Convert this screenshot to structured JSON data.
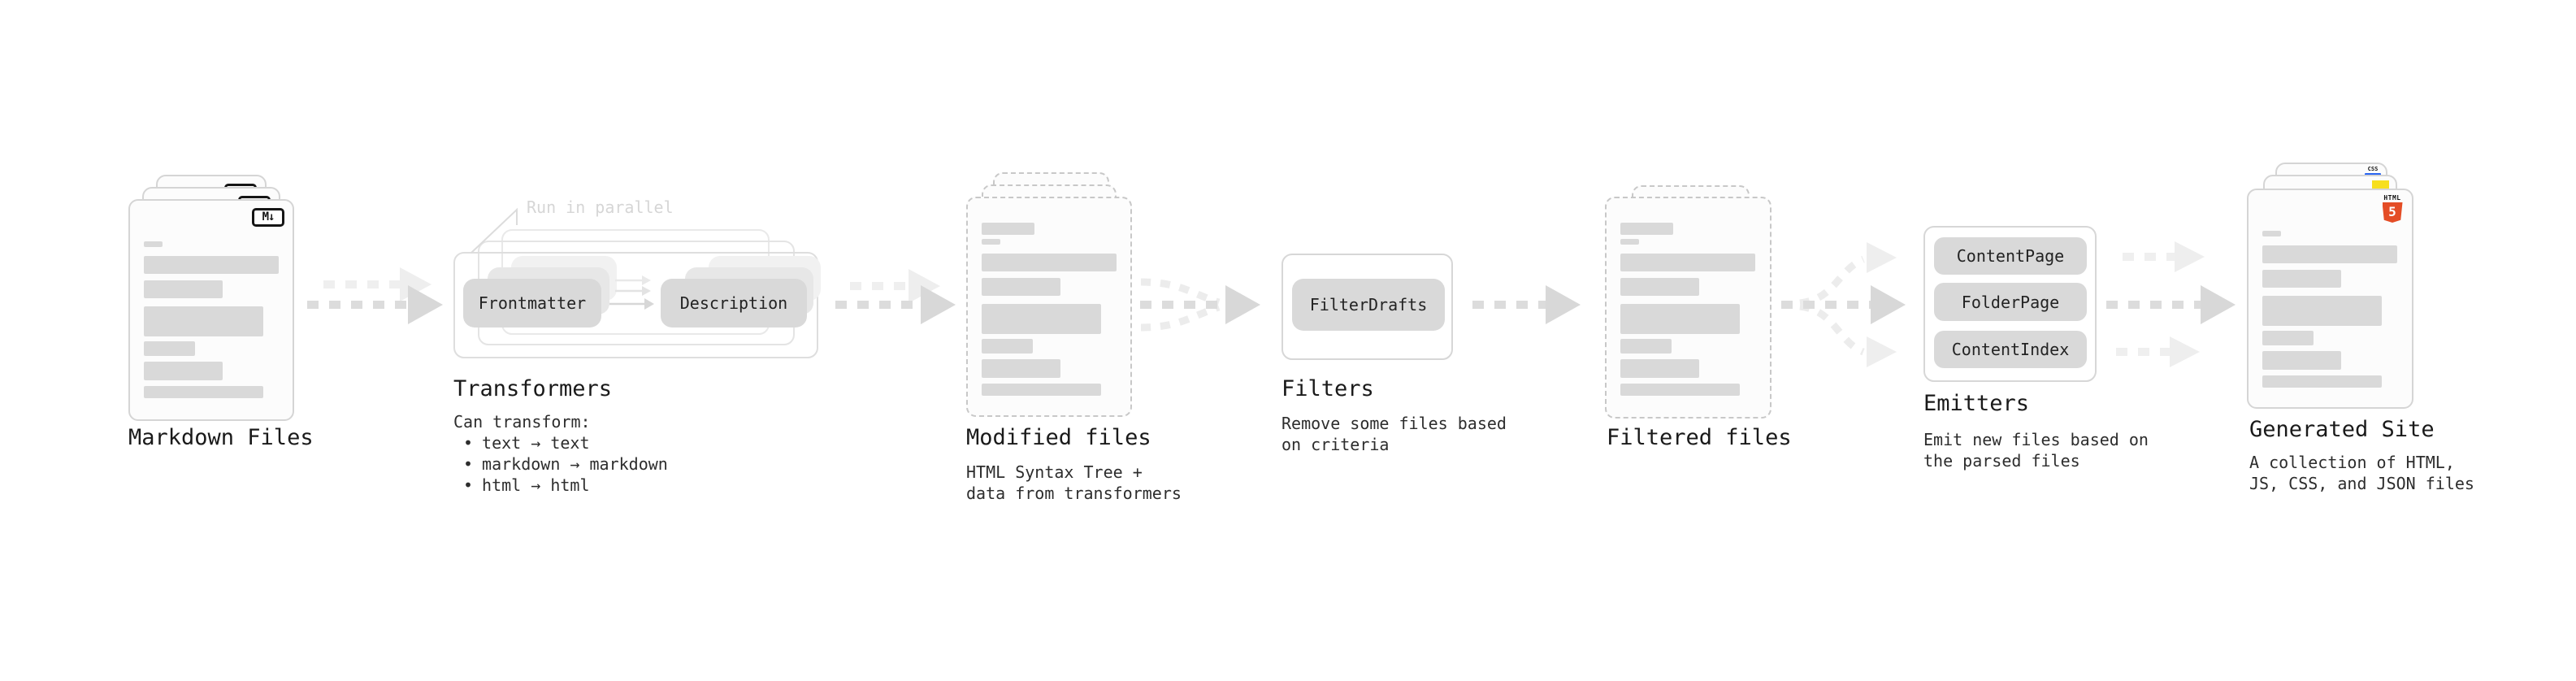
{
  "colors": {
    "arrow_dark": "#dcdcdc",
    "arrow_light": "#eeeeee",
    "chip_fill": "#d9d9d9",
    "doc_bar": "#d9d9d9",
    "text_dark": "#1a1a1a",
    "annotation_gray": "#d6d6d6",
    "js_yellow": "#f7df1e",
    "css_blue": "#2965f1",
    "html_orange": "#e44d26"
  },
  "stages": {
    "markdown_files": {
      "label": "Markdown Files",
      "icon": "M↓"
    },
    "transformers": {
      "annotation": "Run in parallel",
      "chip_left": "Frontmatter",
      "chip_right": "Description",
      "title": "Transformers",
      "desc_heading": "Can transform:",
      "bullet_char": "•",
      "bullets": [
        "text → text",
        "markdown → markdown",
        "html → html"
      ]
    },
    "modified_files": {
      "label": "Modified files",
      "desc": [
        "HTML Syntax Tree +",
        "data from transformers"
      ]
    },
    "filters": {
      "title": "Filters",
      "chip": "FilterDrafts",
      "desc": [
        "Remove some files based",
        "on criteria"
      ]
    },
    "filtered_files": {
      "label": "Filtered files"
    },
    "emitters": {
      "title": "Emitters",
      "chips": [
        "ContentPage",
        "FolderPage",
        "ContentIndex"
      ],
      "desc": [
        "Emit new files based on",
        "the parsed files"
      ]
    },
    "generated_site": {
      "label": "Generated Site",
      "desc": [
        "A collection of HTML,",
        "JS, CSS, and JSON files"
      ],
      "css_badge": "CSS",
      "html_badge": "HTML",
      "html_number": "5"
    }
  }
}
